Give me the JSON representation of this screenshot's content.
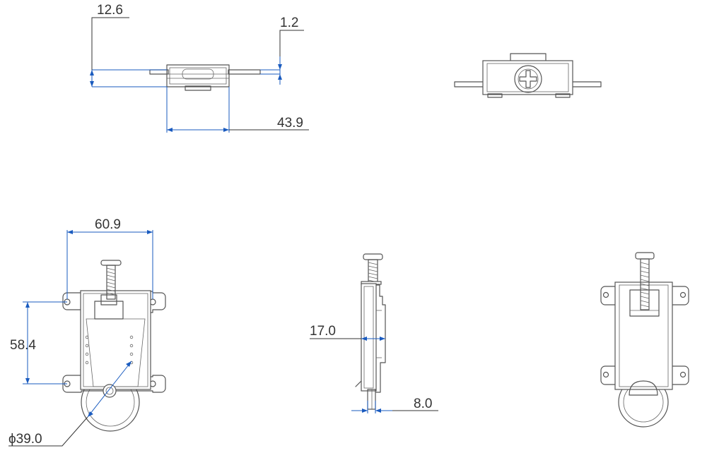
{
  "dimensions": {
    "top_thickness": "12.6",
    "flange_thickness": "1.2",
    "top_length": "43.9",
    "front_width": "60.9",
    "hole_spacing": "58.4",
    "wheel_diameter": "ϕ39.0",
    "side_width": "17.0",
    "side_bottom": "8.0"
  },
  "colors": {
    "dimension_line": "#1a5bbf",
    "part_outline": "#555555"
  }
}
